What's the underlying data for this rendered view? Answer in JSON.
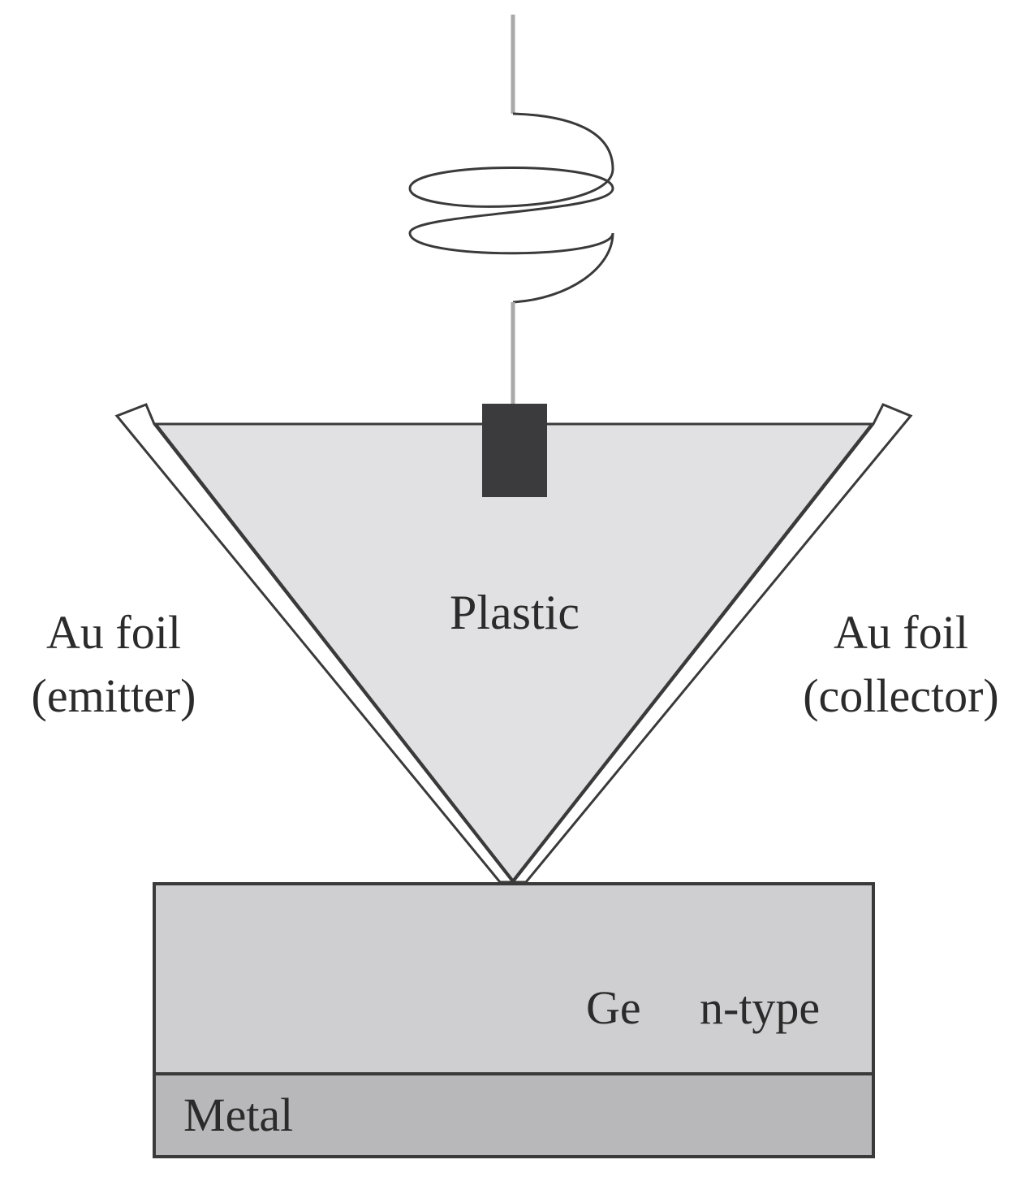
{
  "labels": {
    "plastic": "Plastic",
    "au_foil_left_line1": "Au foil",
    "au_foil_left_line2": "(emitter)",
    "au_foil_right_line1": "Au foil",
    "au_foil_right_line2": "(collector)",
    "ge": "Ge",
    "ntype": "n-type",
    "metal": "Metal"
  },
  "colors": {
    "plastic_fill": "#e1e1e3",
    "ge_fill": "#cfcfd1",
    "metal_fill": "#b8b8ba",
    "outline": "#3a3a3a",
    "wire": "#a9a9a9",
    "coil": "#3a3a3a",
    "clamp": "#3b3b3d",
    "foil": "#ffffff"
  }
}
